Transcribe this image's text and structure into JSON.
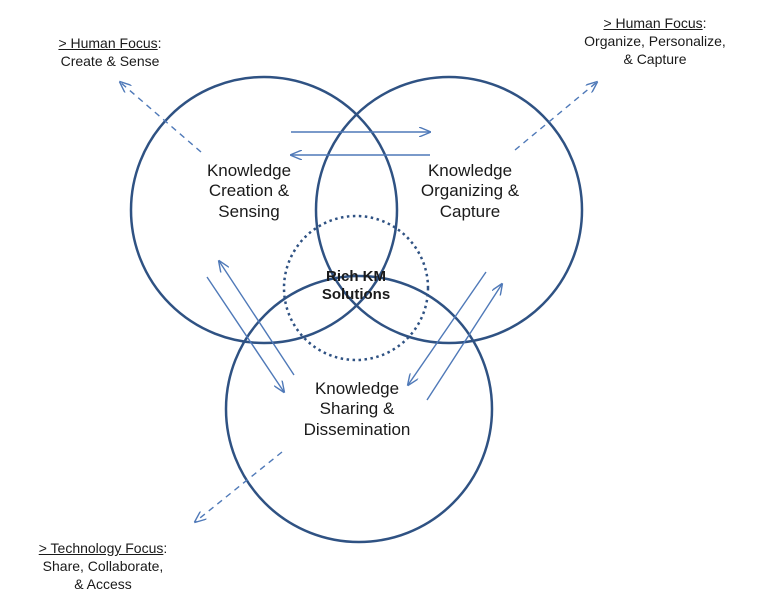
{
  "colors": {
    "circle_stroke": "#2f5283",
    "arrow": "#4f79b8",
    "text": "#1a1a1a"
  },
  "circles": {
    "creation": {
      "lines": [
        "Knowledge",
        "Creation &",
        "Sensing"
      ]
    },
    "organizing": {
      "lines": [
        "Knowledge",
        "Organizing &",
        "Capture"
      ]
    },
    "sharing": {
      "lines": [
        "Knowledge",
        "Sharing &",
        "Dissemination"
      ]
    }
  },
  "center": {
    "lines": [
      "Rich KM",
      "Solutions"
    ]
  },
  "focus": {
    "top_left": {
      "head": "> Human Focus",
      "head_suffix": ":",
      "lines": [
        "Create & Sense"
      ]
    },
    "top_right": {
      "head": "> Human Focus",
      "head_suffix": ":",
      "lines": [
        "Organize, Personalize,",
        "& Capture"
      ]
    },
    "bottom_left": {
      "head": "> Technology Focus",
      "head_suffix": ":",
      "lines": [
        "Share, Collaborate,",
        "& Access"
      ]
    }
  }
}
